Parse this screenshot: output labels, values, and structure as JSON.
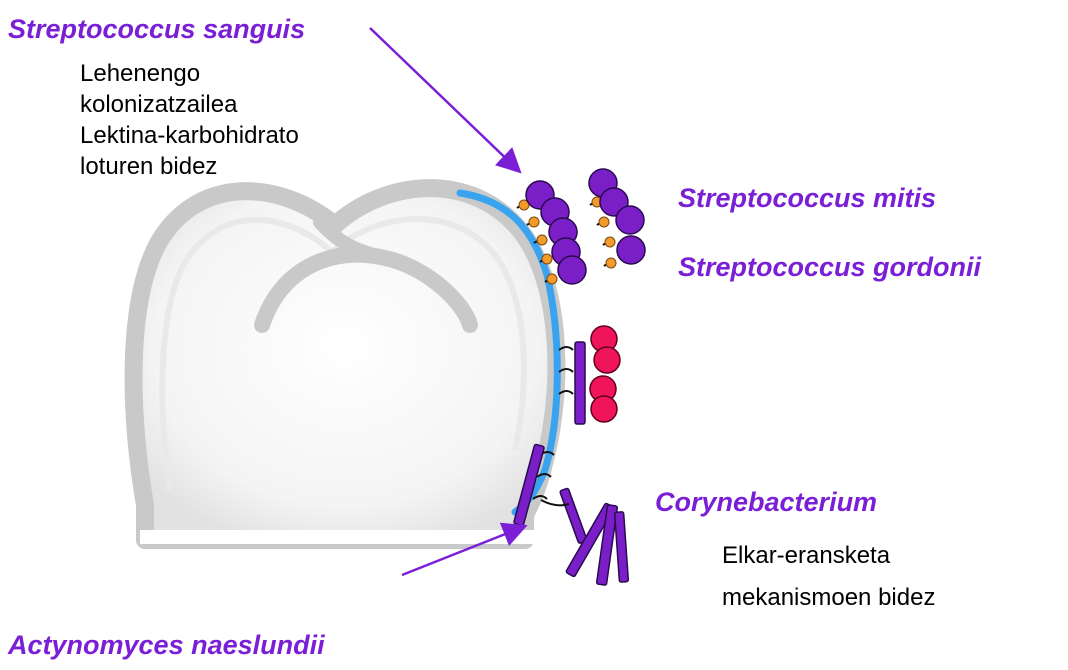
{
  "labels": {
    "s_sanguis": "Streptococcus sanguis",
    "s_sanguis_note": [
      "Lehenengo",
      "kolonizatzailea",
      "Lektina-karbohidrato",
      "loturen bidez"
    ],
    "s_mitis": "Streptococcus mitis",
    "s_gordonii": "Streptococcus gordonii",
    "corynebacterium": "Corynebacterium",
    "corynebacterium_note": [
      "Elkar-eransketa",
      "mekanismoen bidez"
    ],
    "actinomyces": "Actynomyces naeslundii"
  },
  "colors": {
    "species_text": "#7b1fd6",
    "cocci_purple": "#7a1fc7",
    "cocci_pink": "#f0155a",
    "adhesin_orange": "#f39a2b",
    "pellicle_blue": "#3aa3f0",
    "tooth_outline": "#c9c9c9",
    "arrow": "#7b1fd6"
  }
}
